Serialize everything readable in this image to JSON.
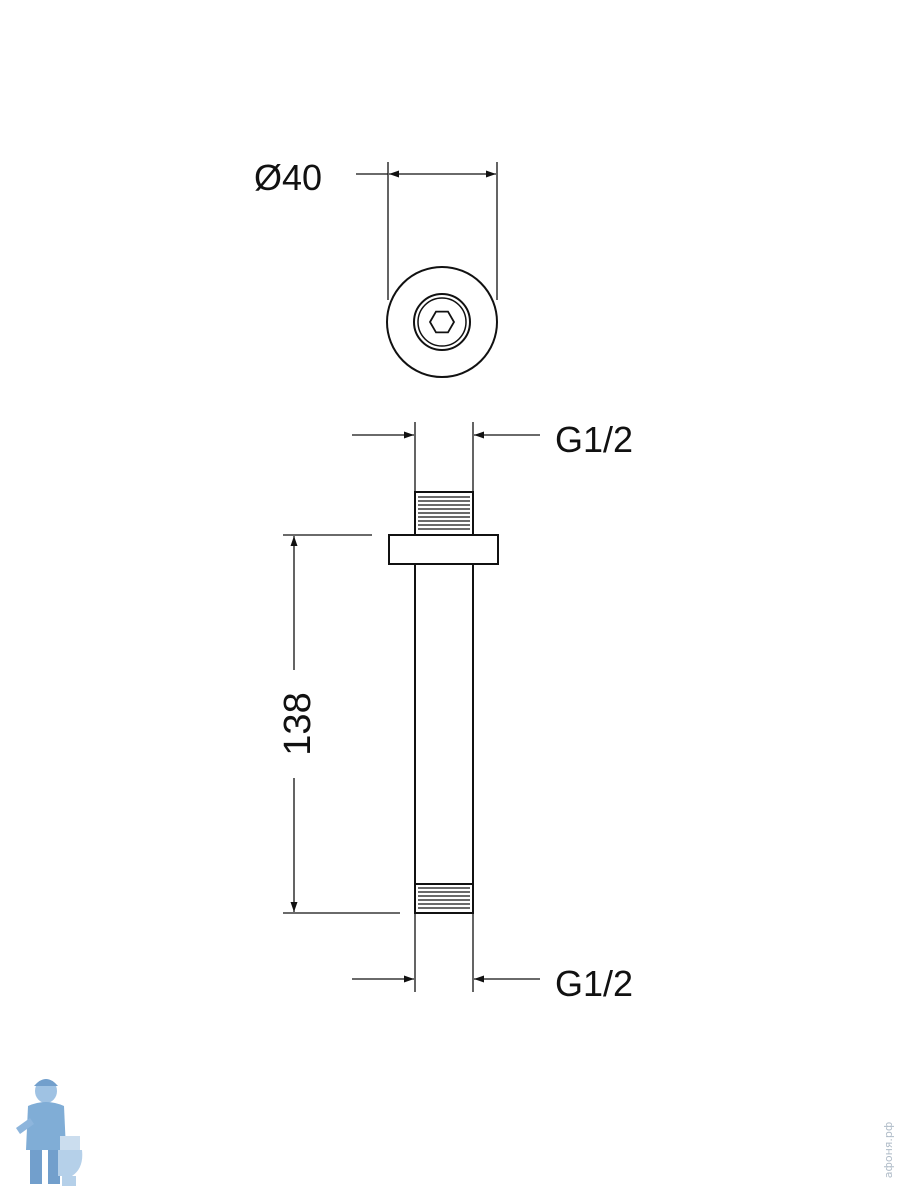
{
  "dimensions": {
    "diameter": "Ø40",
    "length": "138",
    "thread_top": "G1/2",
    "thread_bottom": "G1/2"
  },
  "watermark": {
    "site": "афоня.рф"
  },
  "colors": {
    "line": "#111111",
    "watermark": "#b0bcc8",
    "mascot_blue": "#6a9fd0"
  },
  "icons": {
    "hex-socket": "hexagon-icon",
    "mascot": "plumber-mascot-logo"
  }
}
